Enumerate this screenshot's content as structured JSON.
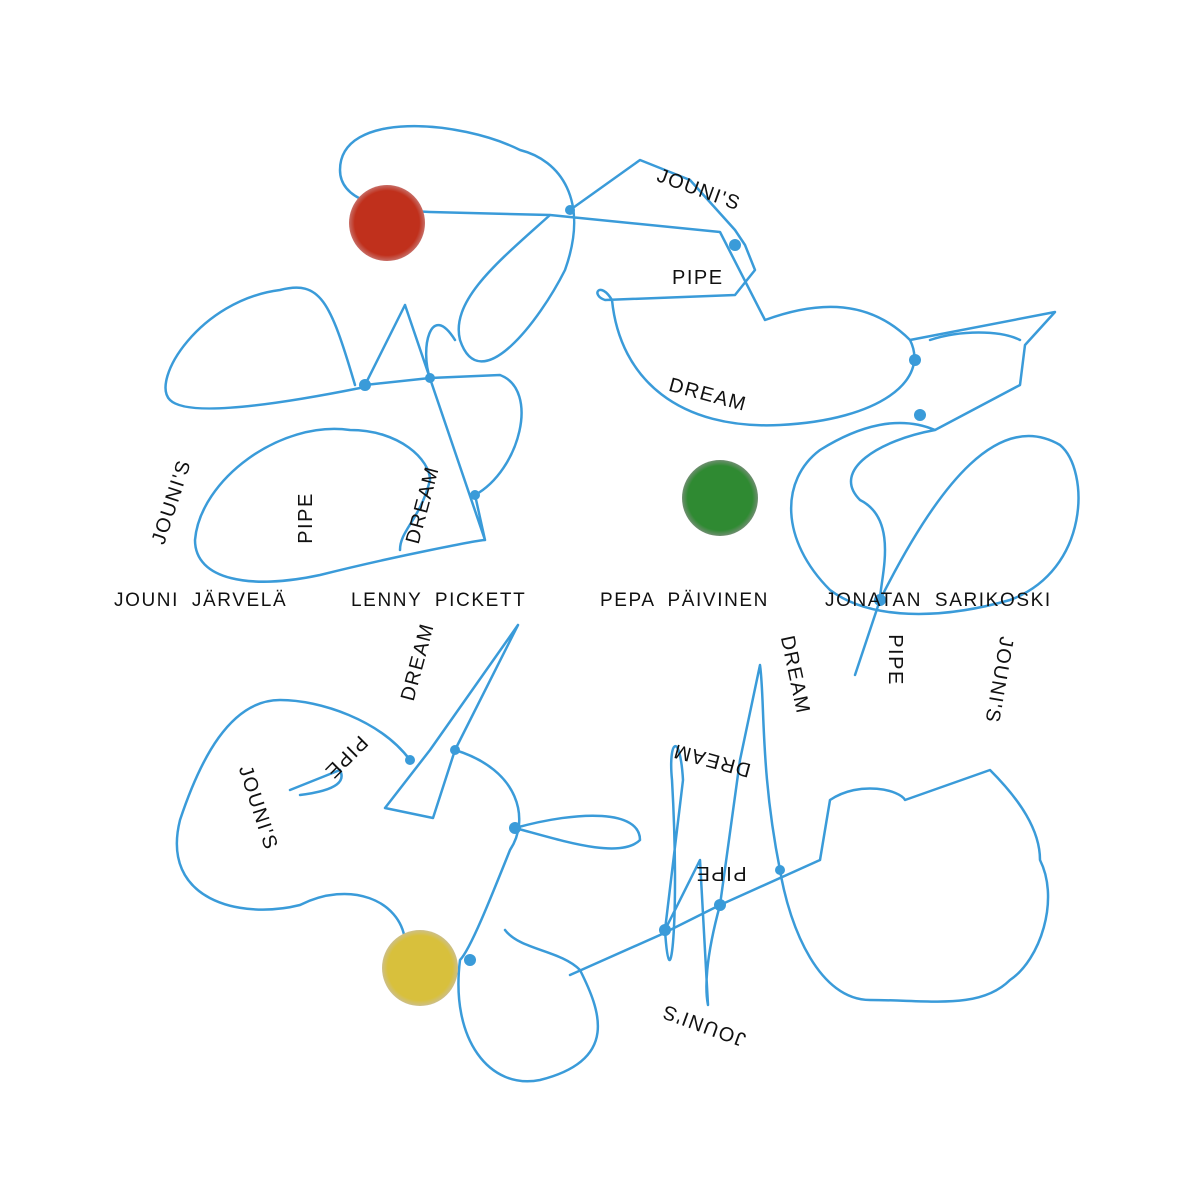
{
  "credits": {
    "names": [
      "JOUNI JÄRVELÄ",
      "LENNY PICKETT",
      "PEPA PÄIVINEN",
      "JONATAN SARIKOSKI"
    ]
  },
  "title_words": {
    "top": {
      "w1": "JOUNI'S",
      "w2": "PIPE",
      "w3": "DREAM"
    },
    "left": {
      "w1": "JOUNI'S",
      "w2": "PIPE",
      "w3": "DREAM"
    },
    "bottom_left": {
      "w1": "JOUNI'S",
      "w2": "PIPE",
      "w3": "DREAM"
    },
    "right": {
      "w1": "JOUNI'S",
      "w2": "PIPE",
      "w3": "DREAM"
    },
    "bottom": {
      "w1": "JOUNI'S",
      "w2": "PIPE",
      "w3": "DREAM"
    }
  },
  "colors": {
    "line": "#3a9bd9",
    "red_dot": "#c0301c",
    "green_dot": "#2f8a32",
    "yellow_dot": "#d8c03c"
  }
}
